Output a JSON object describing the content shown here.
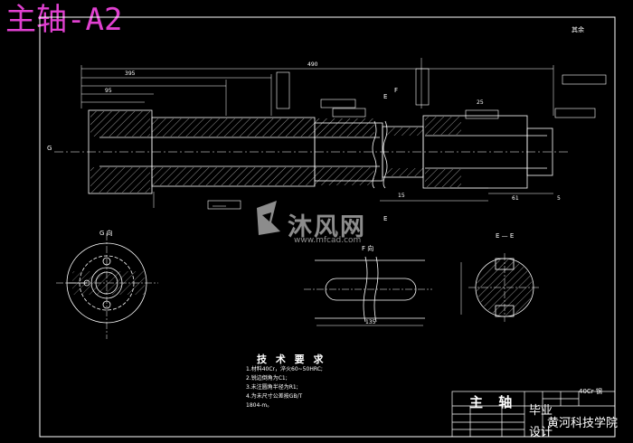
{
  "title": "主轴-A2",
  "top_right_label": "其余",
  "dims": {
    "overall": "490",
    "d_395": "395",
    "d_95": "95",
    "d_25": "25",
    "d_15": "15",
    "d_135": "135",
    "d_61": "61",
    "d_5": "5"
  },
  "sections": {
    "g_view": "G 向",
    "f_view": "F 向",
    "e_section": "E — E",
    "section_letters": [
      "G",
      "F",
      "E",
      "E"
    ]
  },
  "tech_requirements": {
    "title": "技 术 要 求",
    "items": [
      "1.材料40Cr，淬火60~50HRC;",
      "2.锐边倒角为C1;",
      "3.未注圆角半径为R1;",
      "4.为未尺寸公差按GB/T",
      "1804-m。"
    ]
  },
  "title_block": {
    "part_name": "主 轴",
    "graduation_1": "毕业",
    "graduation_2": "设计",
    "school": "黄河科技学院",
    "corner": "40Cr 钢"
  },
  "watermark": {
    "text": "沐风网",
    "url": "www.mfcad.com"
  },
  "colors": {
    "background": "#000000",
    "lines": "#ffffff",
    "title": "#e040d0"
  }
}
